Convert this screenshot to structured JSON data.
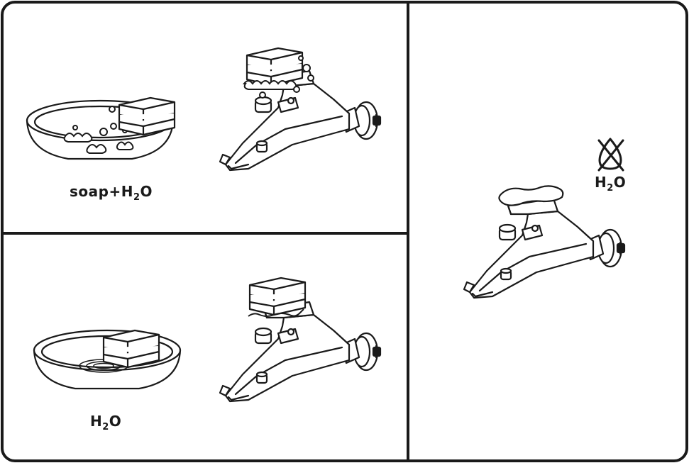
{
  "panels": [
    {
      "id": "soap-wash",
      "label_prefix": "soap+H",
      "label_sub": "2",
      "label_suffix": "O"
    },
    {
      "id": "water-rinse",
      "label_prefix": "H",
      "label_sub": "2",
      "label_suffix": "O"
    },
    {
      "id": "dry-wipe",
      "label_prefix": "H",
      "label_sub": "2",
      "label_suffix": "O",
      "symbol": "no-water-drop-icon"
    }
  ],
  "colors": {
    "stroke": "#1a1a1a",
    "background": "#ffffff"
  }
}
